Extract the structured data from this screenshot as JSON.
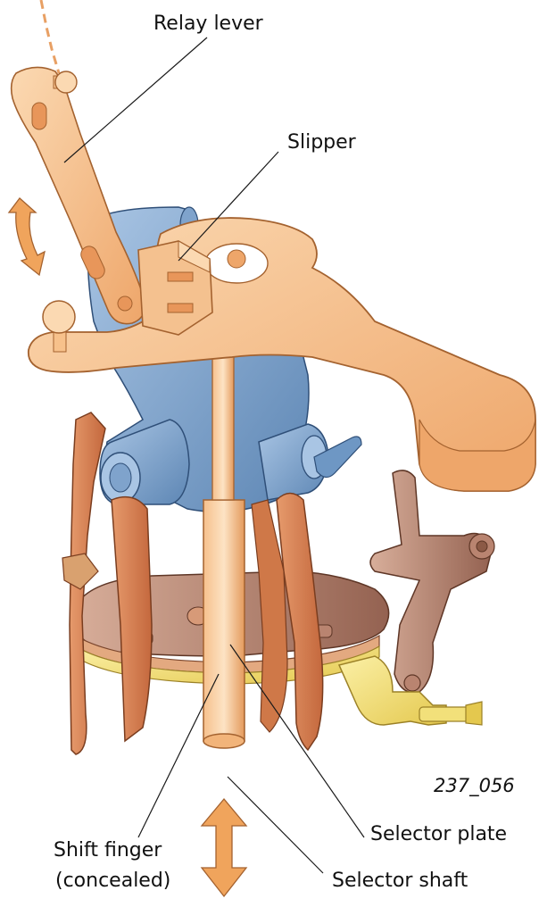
{
  "labels": {
    "relay_lever": "Relay lever",
    "slipper": "Slipper",
    "figure_number": "237_056",
    "selector_plate": "Selector plate",
    "shift_finger_line1": "Shift finger",
    "shift_finger_line2": "(concealed)",
    "selector_shaft": "Selector shaft"
  },
  "colors": {
    "orange_light": "#f7c18b",
    "orange_mid": "#eea66a",
    "orange_dark": "#c46e35",
    "blue_light": "#8fb2d6",
    "blue_dark": "#4e78a8",
    "brown_light": "#c89a86",
    "brown_dark": "#8c5a46",
    "yellow": "#f2e07a",
    "copper": "#d9825a",
    "arrow_orange": "#f0a45c"
  },
  "icons": [
    "double-curved-arrow-icon",
    "double-vertical-arrow-icon"
  ]
}
